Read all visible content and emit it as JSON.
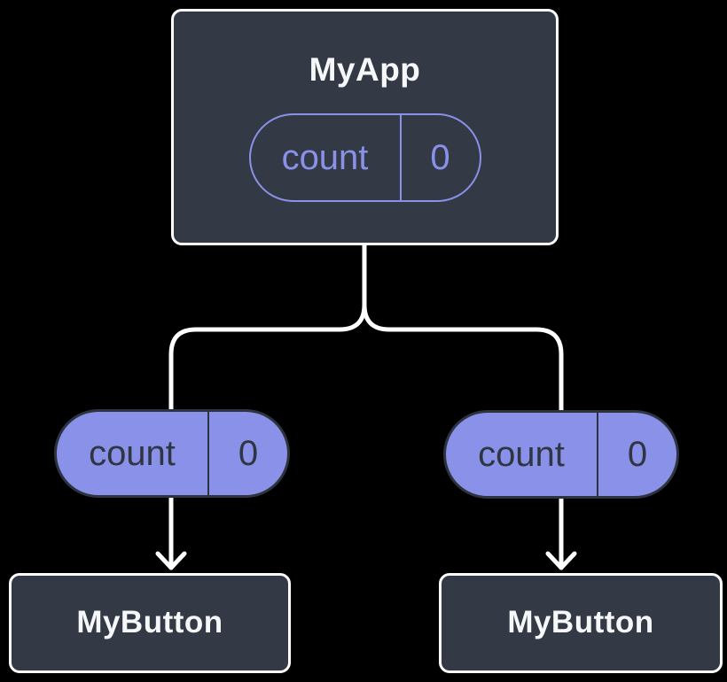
{
  "diagram": {
    "root": {
      "label": "MyApp",
      "state": {
        "name": "count",
        "value": "0"
      }
    },
    "props": [
      {
        "name": "count",
        "value": "0"
      },
      {
        "name": "count",
        "value": "0"
      }
    ],
    "children": [
      {
        "label": "MyButton"
      },
      {
        "label": "MyButton"
      }
    ]
  },
  "theme": {
    "background": "#000000",
    "node_fill": "#333a46",
    "node_border": "#ffffff",
    "node_text": "#f6f7f9",
    "accent": "#8a91e8",
    "pill_dark_text": "#2f3542",
    "pill_dark_border": "#2d3440",
    "connector": "#ffffff"
  }
}
